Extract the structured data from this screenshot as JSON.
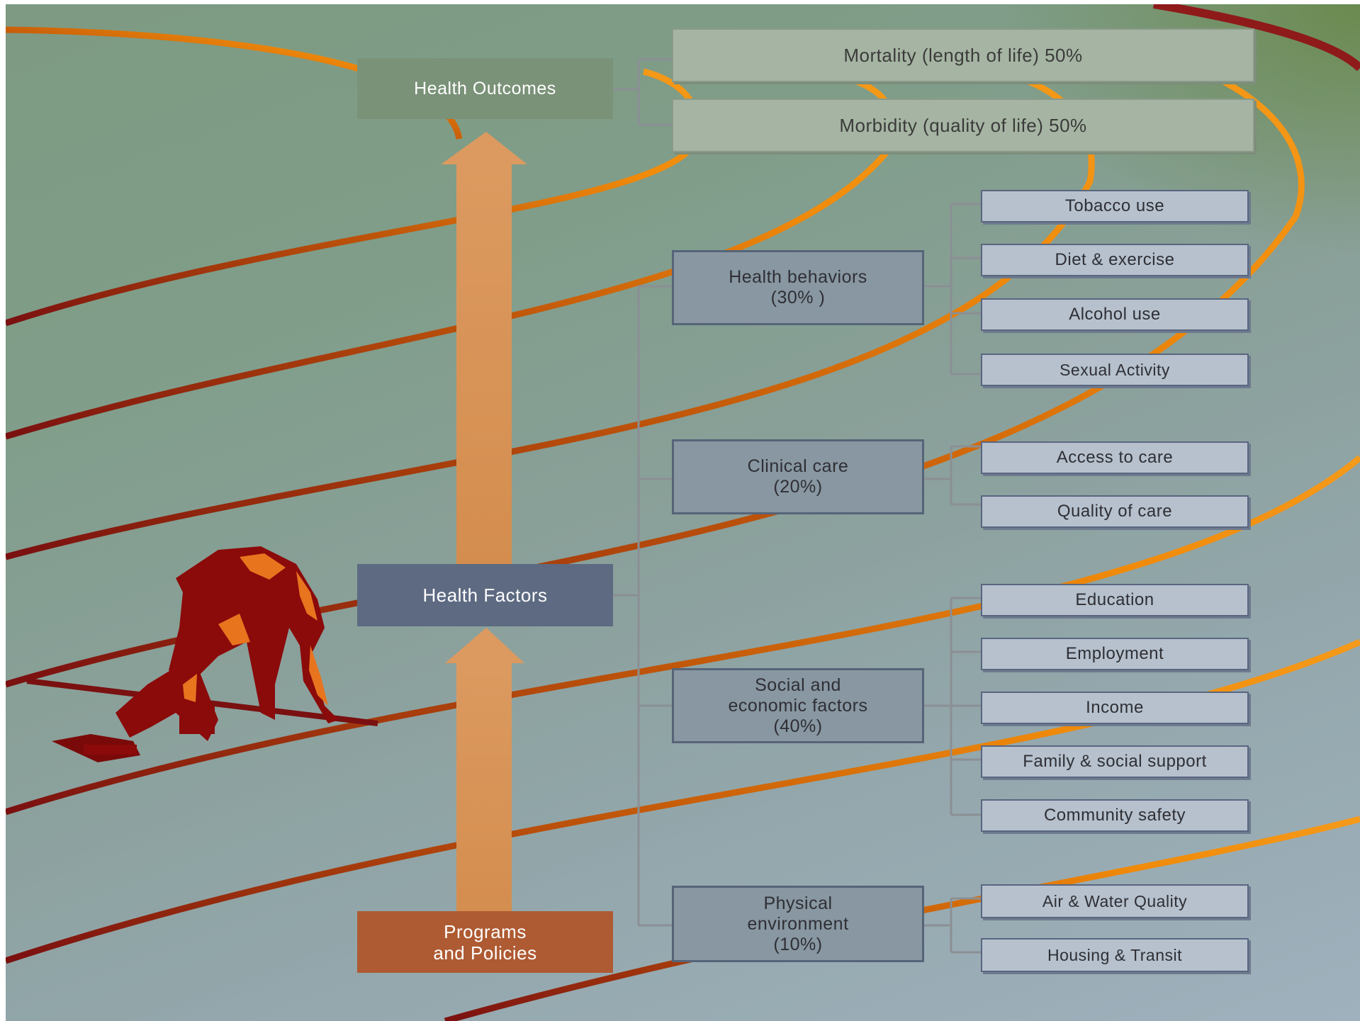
{
  "colors": {
    "track_bright": "#f08a0a",
    "track_dark": "#7a1010",
    "arrow": "#d8955a",
    "runner": "#8b0a0a",
    "runner_highlight": "#e8741e"
  },
  "health_outcomes": {
    "label": "Health Outcomes",
    "items": [
      "Mortality (length of life) 50%",
      "Morbidity (quality of life) 50%"
    ]
  },
  "health_factors": {
    "label": "Health Factors",
    "categories": [
      {
        "line1": "Health behaviors",
        "line2": "(30% )",
        "line3": "",
        "items": [
          "Tobacco use",
          "Diet & exercise",
          "Alcohol use",
          "Sexual Activity"
        ]
      },
      {
        "line1": "Clinical care",
        "line2": "(20%)",
        "line3": "",
        "items": [
          "Access to care",
          "Quality of care"
        ]
      },
      {
        "line1": "Social and",
        "line2": "economic factors",
        "line3": "(40%)",
        "items": [
          "Education",
          "Employment",
          "Income",
          "Family & social support",
          "Community safety"
        ]
      },
      {
        "line1": "Physical",
        "line2": "environment",
        "line3": "(10%)",
        "items": [
          "Air & Water Quality",
          "Housing & Transit"
        ]
      }
    ]
  },
  "programs": {
    "line1": "Programs",
    "line2": "and Policies"
  }
}
